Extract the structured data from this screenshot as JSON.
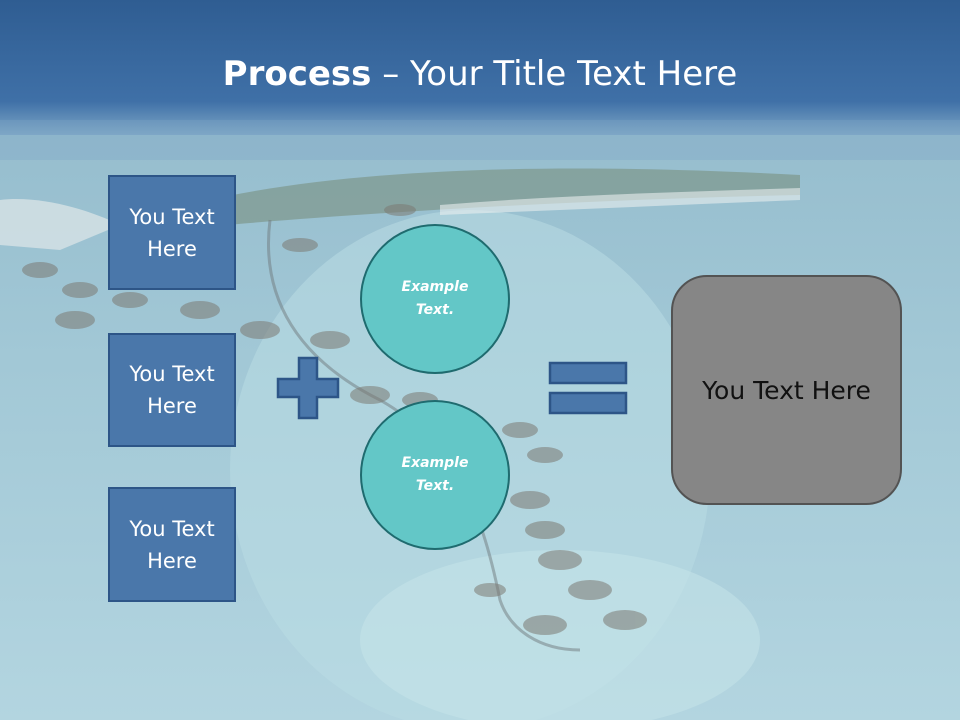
{
  "slide": {
    "title_bold": "Process",
    "title_dash": " – ",
    "title_rest": "Your Title Text Here"
  },
  "left_boxes": [
    {
      "label": "You Text Here"
    },
    {
      "label": "You Text Here"
    },
    {
      "label": "You Text Here"
    }
  ],
  "circles": [
    {
      "label": "Example Text."
    },
    {
      "label": "Example Text."
    }
  ],
  "operators": {
    "plus_icon": "plus-icon",
    "equals_icon": "equals-icon"
  },
  "result_box": {
    "label": "You Text Here"
  },
  "colors": {
    "header_blue": "#3a6aa0",
    "box_blue": "#4a77aa",
    "circle_teal": "#63c7c7",
    "result_gray": "#868686"
  }
}
